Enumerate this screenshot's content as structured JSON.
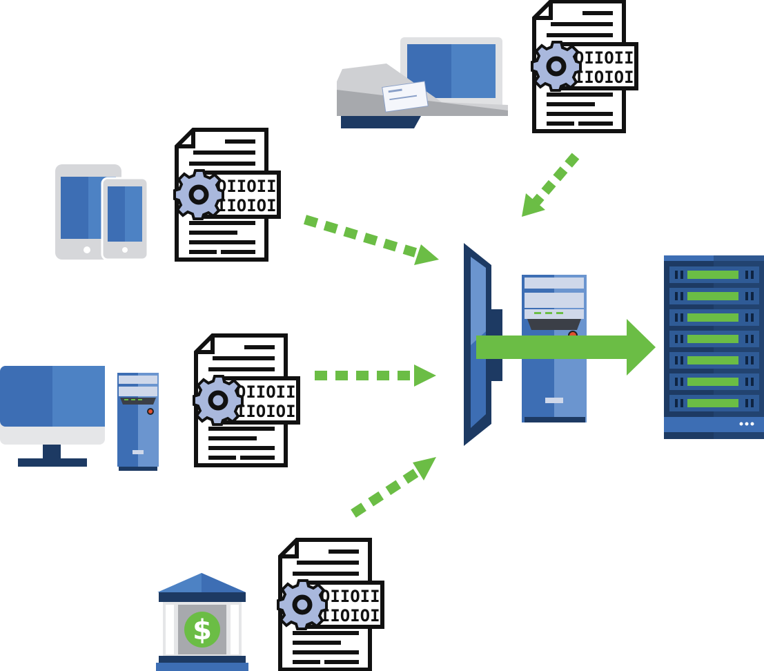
{
  "colors": {
    "arrow": "#6bbd45",
    "blue_dark": "#1d3a63",
    "blue_mid": "#3d6eb4",
    "blue_light": "#4d82c4",
    "blue_pale": "#a9b9dc",
    "gray_device": "#d9d9db",
    "gray_dark": "#8a8c90",
    "doc_black": "#111111",
    "gear": "#a9b8dd"
  },
  "binary_line_1": "IOIIOII",
  "binary_line_2": "IIIOIOI",
  "sources": [
    {
      "id": "check-scanner",
      "icon": "check-scanner-icon"
    },
    {
      "id": "mobile-devices",
      "icon": "mobile-devices-icon"
    },
    {
      "id": "desktop-computer",
      "icon": "desktop-computer-icon"
    },
    {
      "id": "bank",
      "icon": "bank-icon",
      "symbol": "$"
    }
  ],
  "hub": {
    "icon": "gateway-server-icon"
  },
  "target": {
    "icon": "server-rack-icon"
  }
}
